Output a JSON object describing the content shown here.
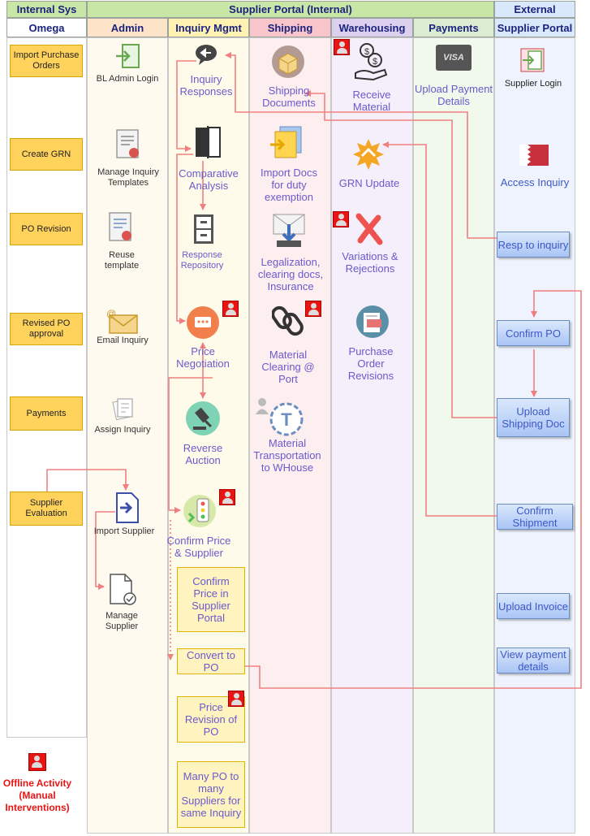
{
  "headers": {
    "internal_sys": "Internal Sys",
    "portal": "Supplier Portal (Internal)",
    "external": "External",
    "omega": "Omega",
    "admin": "Admin",
    "inquiry_mgmt": "Inquiry Mgmt",
    "shipping": "Shipping",
    "warehousing": "Warehousing",
    "payments": "Payments",
    "supplier_portal": "Supplier Portal"
  },
  "omega": [
    "Import Purchase Orders",
    "Create GRN",
    "PO Revision",
    "Revised PO approval",
    "Payments",
    "Supplier Evaluation"
  ],
  "admin": [
    "BL Admin Login",
    "Manage Inquiry Templates",
    "Reuse template",
    "Email Inquiry",
    "Assign Inquiry",
    "Import Supplier",
    "Manage Supplier"
  ],
  "inquiry": {
    "responses": "Inquiry Responses",
    "comparative": "Comparative Analysis",
    "repository": "Response Repository",
    "negotiation": "Price Negotiation",
    "reverse": "Reverse Auction",
    "confirm_price": "Confirm Price & Supplier",
    "box_confirm": "Confirm Price in Supplier Portal",
    "box_convert": "Convert to PO",
    "box_revision": "Price Revision of PO",
    "box_many": "Many PO to many Suppliers for same Inquiry"
  },
  "shipping": [
    "Shipping Documents",
    "Import Docs for duty exemption",
    "Legalization, clearing docs, Insurance",
    "Material Clearing @ Port",
    "Material Transportation to WHouse"
  ],
  "warehousing": [
    "Receive Material",
    "GRN Update",
    "Variations & Rejections",
    "Purchase Order Revisions"
  ],
  "payments": {
    "upload": "Upload Payment Details",
    "card_text": "VISA"
  },
  "supplier_portal": {
    "login": "Supplier Login",
    "access": "Access Inquiry",
    "boxes": [
      "Resp to inquiry",
      "Confirm PO",
      "Upload Shipping Doc",
      "Confirm Shipment",
      "Upload Invoice",
      "View payment details"
    ]
  },
  "legend": "Offline Activity (Manual Interventions)",
  "colors": {
    "header_green": "#c8e7a6",
    "header_blue": "#dae8fc",
    "omega_box": "#ffd25c",
    "arrow": "#f08080",
    "label_blue": "#6a5acd",
    "offline_red": "#e81515"
  }
}
